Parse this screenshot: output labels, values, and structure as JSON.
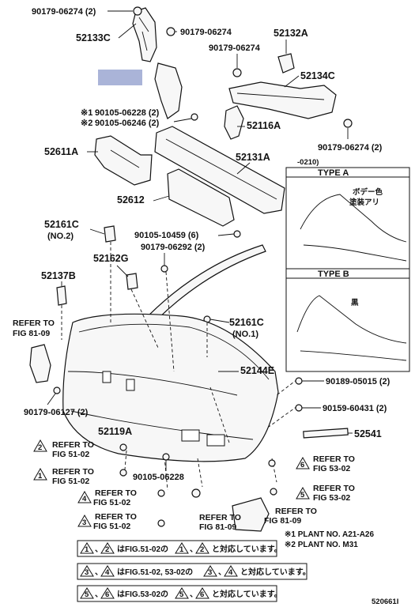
{
  "parts": {
    "p90179_06274_2_top": "90179-06274 (2)",
    "p52133C": "52133C",
    "p90179_06274_a": "90179-06274",
    "p52132A": "52132A",
    "p90179_06274_b": "90179-06274",
    "p52134C": "52134C",
    "p90105_06228_2": "90105-06228 (2)",
    "p90105_06246_2": "90105-06246 (2)",
    "p52116A": "52116A",
    "p90179_06274_2_right": "90179-06274 (2)",
    "p52611A": "52611A",
    "p52131A": "52131A",
    "p52612": "52612",
    "p52161C_a": "52161C",
    "p52161C_a_sub": "(NO.2)",
    "p90105_10459_6": "90105-10459 (6)",
    "p90179_06292_2": "90179-06292 (2)",
    "p52162G": "52162G",
    "p52137B": "52137B",
    "p52161C_b": "52161C",
    "p52161C_b_sub": "(NO.1)",
    "p52144E": "52144E",
    "p90189_05015_2": "90189-05015 (2)",
    "p90159_60431_2": "90159-60431 (2)",
    "p90179_06127_2": "90179-06127 (2)",
    "p52119A": "52119A",
    "p52541": "52541",
    "p90105_06228": "90105-06228"
  },
  "markers": {
    "m1": "※1",
    "m2": "※2"
  },
  "refs": {
    "refer_to": "REFER  TO",
    "refer_to_b": "REFER TO",
    "fig81_09_left": "FIG  81-09",
    "fig51_02_a": "FIG  51-02",
    "fig51_02_b": "FIG  51-02",
    "fig51_02_c": "FIG  51-02",
    "fig51_02_d": "FIG  51-02",
    "fig53_02_a": "FIG  53-02",
    "fig53_02_b": "FIG  53-02",
    "fig81_09_right": "FIG  81-09"
  },
  "symbols": {
    "n1": "1",
    "n2": "2",
    "n3": "3",
    "n4": "4",
    "n5": "5",
    "n6": "6"
  },
  "inset": {
    "code": "-0210)",
    "type_a": "TYPE  A",
    "type_b": "TYPE  B",
    "note_a_line1": "ボデー色",
    "note_a_line2": "塗装アリ",
    "note_b": "黒"
  },
  "plant_notes": {
    "line1": "※1  PLANT  NO.  A21-A26",
    "line2": "※2  PLANT  NO.  M31"
  },
  "footnotes": {
    "f1_text": "はFIG.51-02の",
    "f1_tail": "と対応しています。",
    "f2_text": "はFIG.51-02, 53-02の",
    "f2_tail": "と対応しています。",
    "f3_text": "はFIG.53-02の",
    "f3_tail": "と対応しています。",
    "sep": "、"
  },
  "diagram_id": "520661I",
  "colors": {
    "highlight": "#aab4d8",
    "ink": "#111111"
  }
}
